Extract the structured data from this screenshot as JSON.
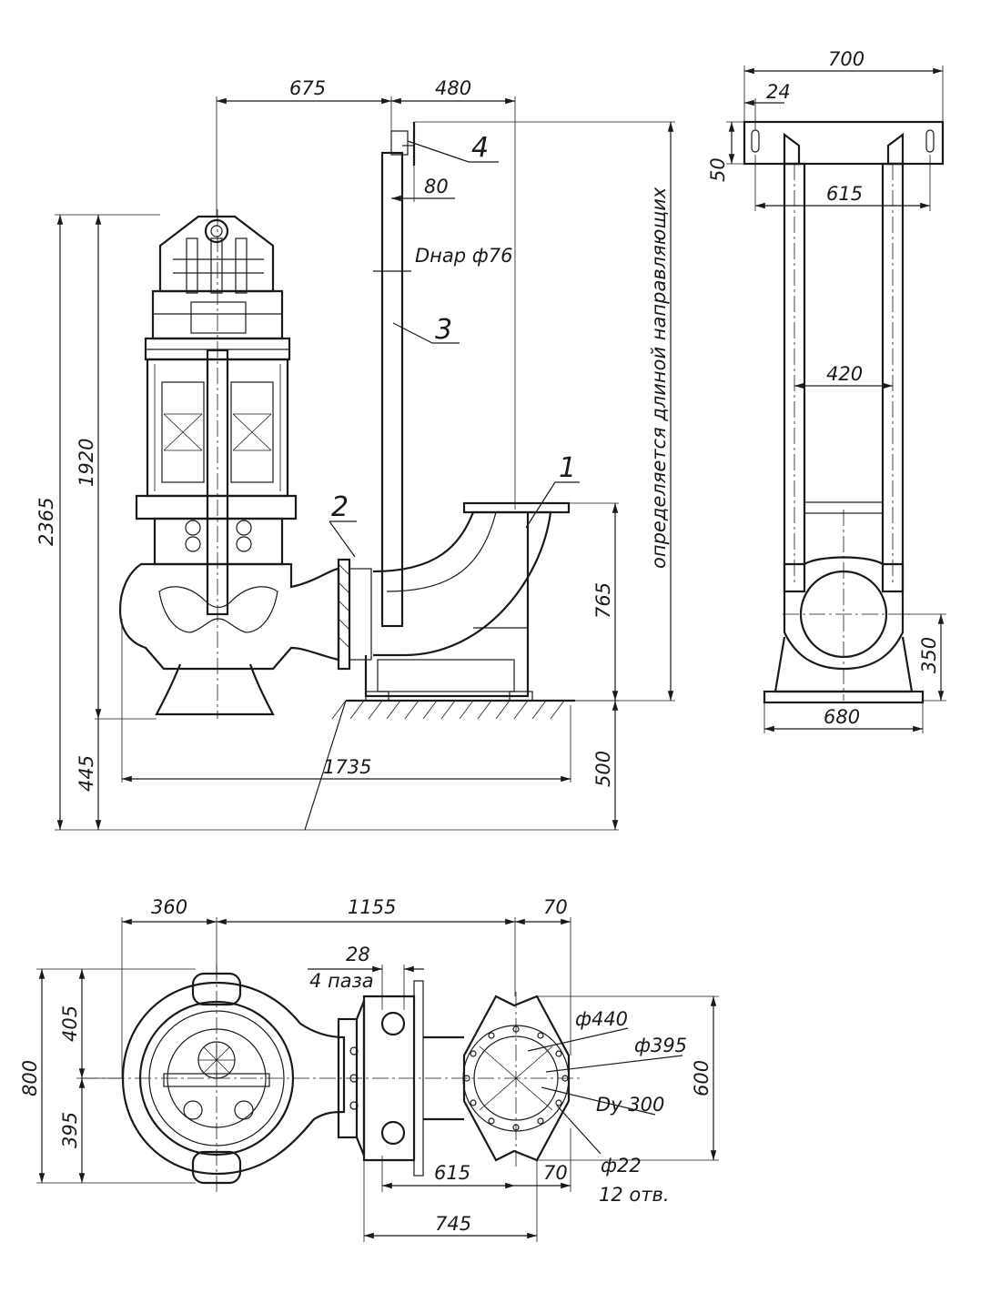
{
  "dimensions": {
    "d675": "675",
    "d480": "480",
    "d80": "80",
    "d_outer_pipe": "Dнар ф76",
    "d2365": "2365",
    "d1920": "1920",
    "d765": "765",
    "d445": "445",
    "d1735": "1735",
    "d500": "500",
    "guide_note": "определяется длиной направляющих",
    "d700": "700",
    "d24": "24",
    "d50": "50",
    "d615_top": "615",
    "d420": "420",
    "d350": "350",
    "d680": "680",
    "d360": "360",
    "d1155": "1155",
    "d70_top": "70",
    "d28": "28",
    "slots": "4 паза",
    "d405": "405",
    "d800": "800",
    "d395": "395",
    "d440": "ф440",
    "d395_dia": "ф395",
    "dy300": "Dу 300",
    "d600": "600",
    "d615_bottom": "615",
    "d70_bottom": "70",
    "d22": "ф22",
    "holes": "12 отв.",
    "d745": "745"
  },
  "callouts": {
    "c1": "1",
    "c2": "2",
    "c3": "3",
    "c4": "4"
  }
}
